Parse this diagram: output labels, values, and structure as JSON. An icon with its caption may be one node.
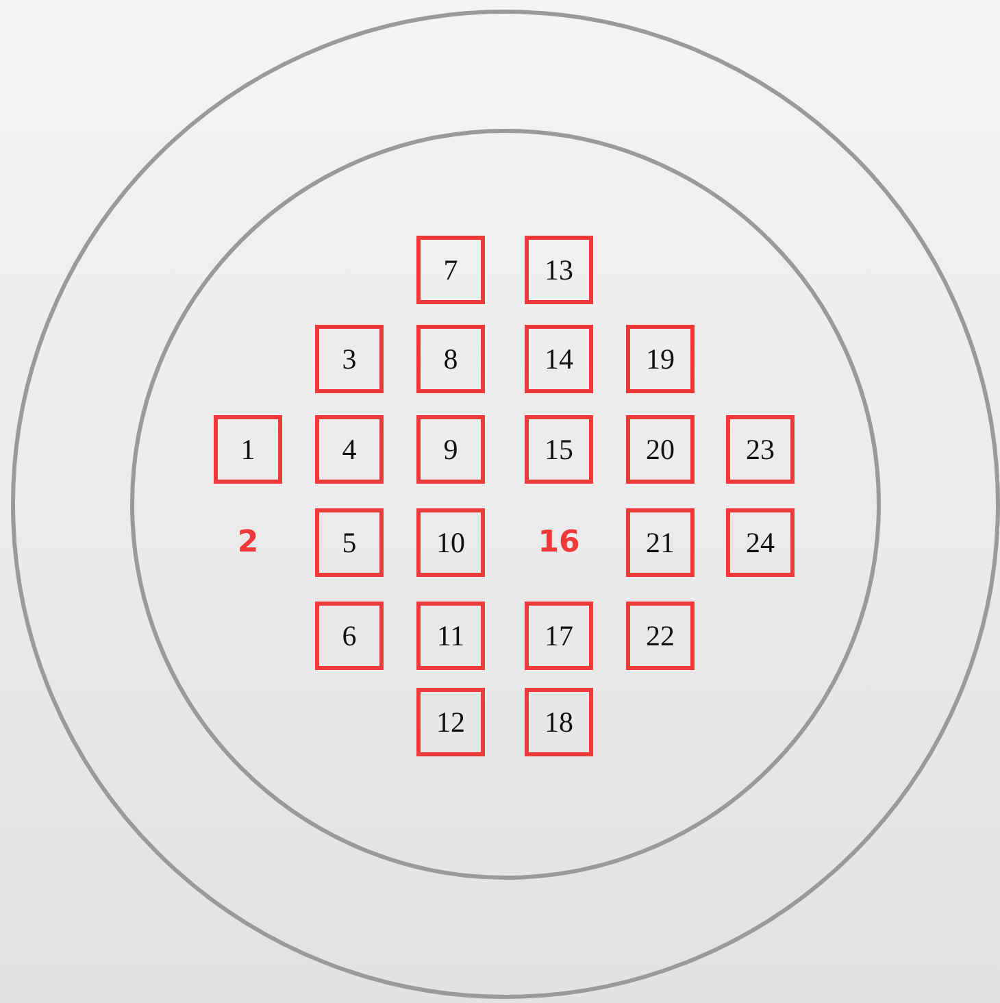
{
  "diagram": {
    "nodes": [
      {
        "text": [],
        "shape": "circle"
      },
      {
        "text": [],
        "shape": "circle",
        "in": 0
      },
      {
        "text": [
          "1"
        ],
        "in": 1
      },
      {
        "text": [
          "3"
        ],
        "in": 1
      },
      {
        "text": [
          "4"
        ],
        "in": 1
      },
      {
        "text": [
          "5"
        ],
        "in": 1
      },
      {
        "text": [
          "6"
        ],
        "in": 1
      },
      {
        "text": [
          "7"
        ],
        "in": 1
      },
      {
        "text": [
          "8"
        ],
        "in": 1
      },
      {
        "text": [
          "9"
        ],
        "in": 1
      },
      {
        "text": [
          "10"
        ],
        "in": 1
      },
      {
        "text": [
          "11"
        ],
        "in": 1
      },
      {
        "text": [
          "12"
        ],
        "in": 1
      },
      {
        "text": [
          "13"
        ],
        "in": 1
      },
      {
        "text": [
          "14"
        ],
        "in": 1
      },
      {
        "text": [
          "15"
        ],
        "in": 1
      },
      {
        "text": [
          "17"
        ],
        "in": 1
      },
      {
        "text": [
          "18"
        ],
        "in": 1
      },
      {
        "text": [
          "19"
        ],
        "in": 1
      },
      {
        "text": [
          "20"
        ],
        "in": 1
      },
      {
        "text": [
          "21"
        ],
        "in": 1
      },
      {
        "text": [
          "22"
        ],
        "in": 1
      },
      {
        "text": [
          "23"
        ],
        "in": 1
      },
      {
        "text": [
          "24"
        ],
        "in": 1
      }
    ],
    "labels": [
      "2",
      "16"
    ]
  }
}
